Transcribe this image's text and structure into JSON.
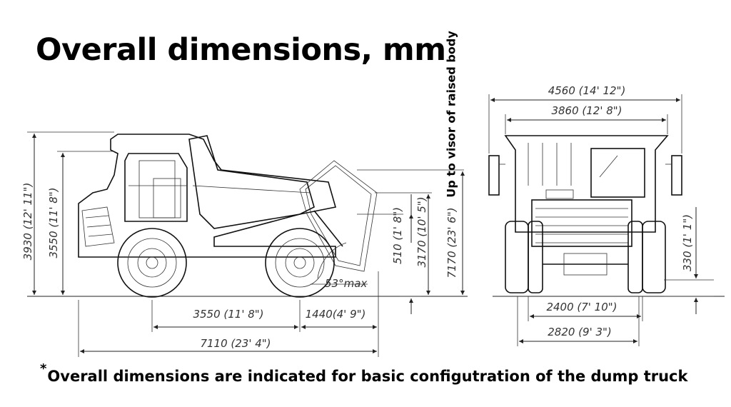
{
  "title": "Overall dimensions, mm",
  "vertical_note": "Up to visor of raised body",
  "footnote": {
    "marker": "*",
    "text": "Overall dimensions are indicated for basic configutration of the dump truck"
  },
  "side_view": {
    "height_total": "3930 (12' 11\")",
    "height_cab": "3550 (11' 8\")",
    "height_raised": "7170 (23' 6\")",
    "height_body_rear": "3170 (10' 5\")",
    "body_rear_overhang": "510 (1' 8\")",
    "dump_angle": "53°max",
    "wheelbase": "3550 (11' 8\")",
    "rear_overhang": "1440(4' 9\")",
    "length_total": "7110 (23' 4\")"
  },
  "rear_view": {
    "width_mirrors": "4560 (14' 12\")",
    "width_body": "3860 (12' 8\")",
    "ground_clearance_top": "330 (1' 1\")",
    "track": "2400 (7' 10\")",
    "width_tires": "2820 (9' 3\")"
  }
}
